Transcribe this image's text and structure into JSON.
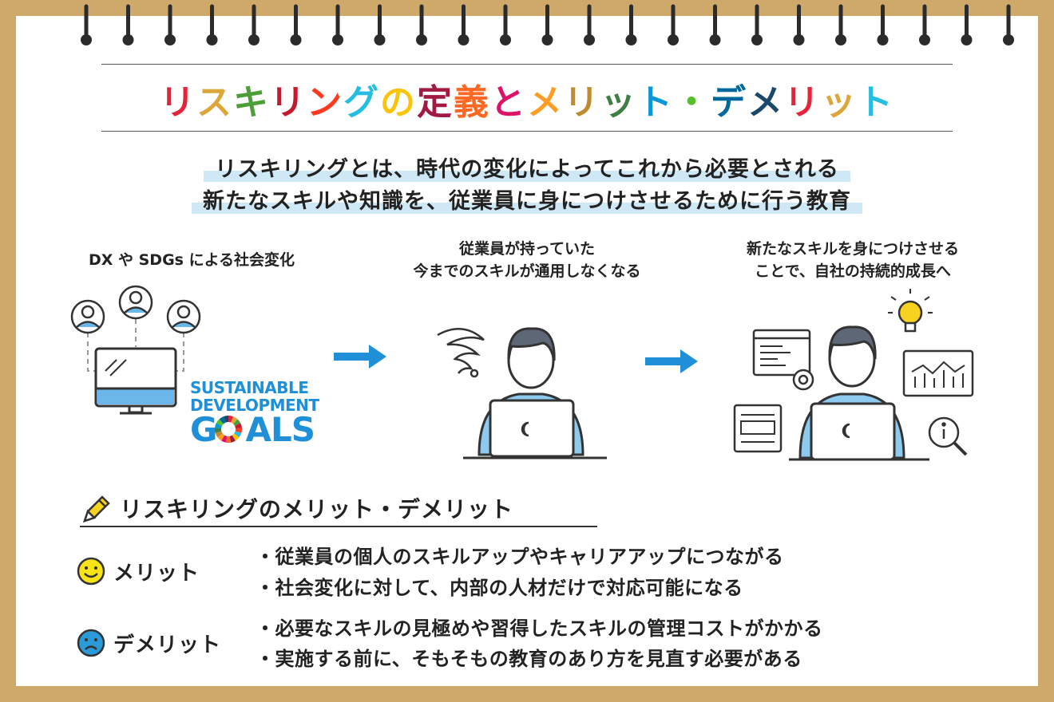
{
  "title": {
    "chars": [
      {
        "t": "リ",
        "c": "#e5243b"
      },
      {
        "t": "ス",
        "c": "#dda63a"
      },
      {
        "t": "キ",
        "c": "#4c9f38"
      },
      {
        "t": "リ",
        "c": "#c5192d"
      },
      {
        "t": "ン",
        "c": "#ff3a21"
      },
      {
        "t": "グ",
        "c": "#26bde2"
      },
      {
        "t": "の",
        "c": "#fcc30b"
      },
      {
        "t": "定",
        "c": "#a21942"
      },
      {
        "t": "義",
        "c": "#fd6925"
      },
      {
        "t": "と",
        "c": "#dd1367"
      },
      {
        "t": "メ",
        "c": "#fd9d24"
      },
      {
        "t": "リ",
        "c": "#bf8b2e"
      },
      {
        "t": "ッ",
        "c": "#3f7e44"
      },
      {
        "t": "ト",
        "c": "#0a97d9"
      },
      {
        "t": "・",
        "c": "#56c02b"
      },
      {
        "t": "デ",
        "c": "#00689d"
      },
      {
        "t": "メ",
        "c": "#19486a"
      },
      {
        "t": "リ",
        "c": "#e5243b"
      },
      {
        "t": "ッ",
        "c": "#dda63a"
      },
      {
        "t": "ト",
        "c": "#26bde2"
      }
    ]
  },
  "definition": {
    "line1": "リスキリングとは、時代の変化によってこれから必要とされる",
    "line2": "新たなスキルや知識を、従業員に身につけさせるために行う教育"
  },
  "steps": [
    {
      "lines": [
        "DX や SDGs による社会変化"
      ]
    },
    {
      "lines": [
        "従業員が持っていた",
        "今までのスキルが通用しなくなる"
      ]
    },
    {
      "lines": [
        "新たなスキルを身につけさせる",
        "ことで、自社の持続的成長へ"
      ]
    }
  ],
  "sdgs_logo": {
    "line1": "SUSTAINABLE",
    "line2": "DEVELOPMENT",
    "goals_g": "G",
    "goals_rest": "ALS"
  },
  "section": {
    "heading": "リスキリングのメリット・デメリット",
    "merit": {
      "label": "メリット",
      "items": [
        "・従業員の個人のスキルアップやキャリアアップにつながる",
        "・社会変化に対して、内部の人材だけで対応可能になる"
      ]
    },
    "demerit": {
      "label": "デメリット",
      "items": [
        "・必要なスキルの見極めや習得したスキルの管理コストがかかる",
        "・実施する前に、そもそもの教育のあり方を見直す必要がある"
      ]
    }
  },
  "colors": {
    "accent_blue": "#1f8fd8",
    "light_blue": "#8ec9ee",
    "highlight": "#cfe8f6",
    "frame": "#cfa96a",
    "smile_face": "#f7e316",
    "sad_face": "#2a9ad8"
  }
}
